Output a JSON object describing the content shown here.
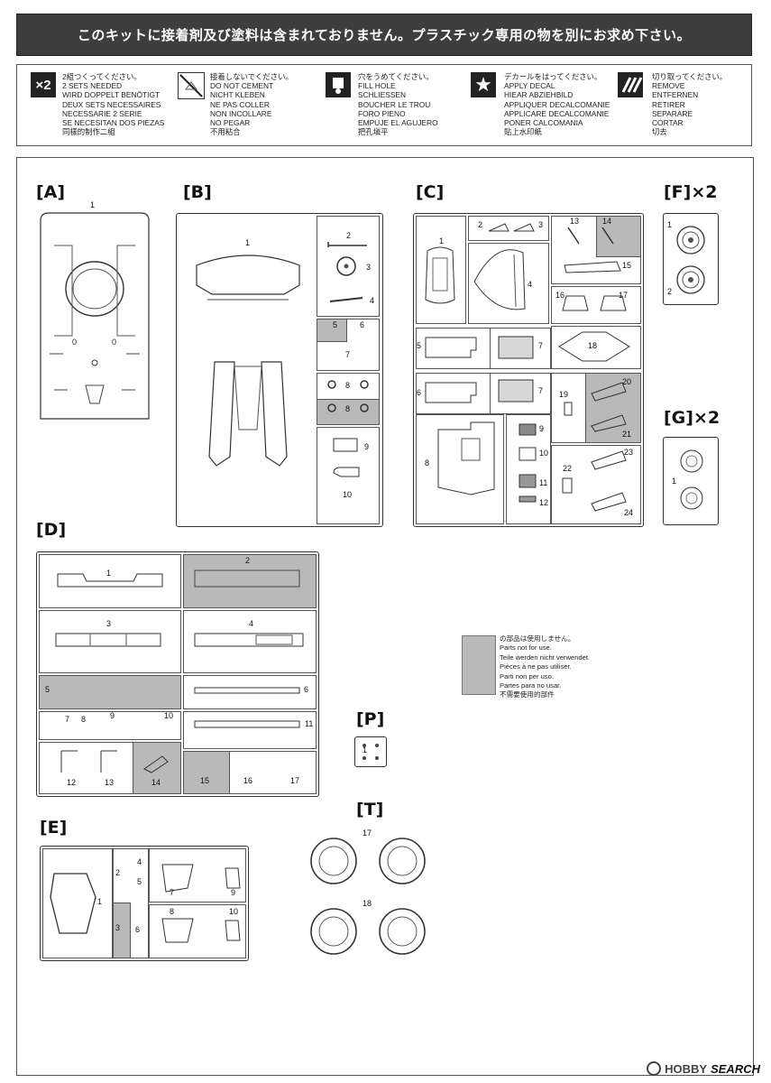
{
  "banner": "このキットに接着剤及び塗料は含まれておりません。プラスチック専用の物を別にお求め下さい。",
  "legend": [
    {
      "icon": "x2-icon",
      "lines": [
        "2組つくってください。",
        "2 SETS NEEDED",
        "WIRD DOPPELT BENÖTIGT",
        "DEUX SETS NECESSAIRES",
        "NECESSARIE 2 SERIE",
        "SE NECESITAN DOS PIEZAS",
        "同樣的制作二組"
      ]
    },
    {
      "icon": "no-cement-icon",
      "lines": [
        "接着しないでください。",
        "DO NOT CEMENT",
        "NICHT KLEBEN",
        "NE PAS COLLER",
        "NON INCOLLARE",
        "NO PEGAR",
        "不用粘合"
      ]
    },
    {
      "icon": "fill-hole-icon",
      "lines": [
        "穴をうめてください。",
        "FILL HOLE",
        "SCHLIESSEN",
        "BOUCHER LE TROU",
        "FORO PIENO",
        "EMPUJE EL AGUJERO",
        "把孔塡平"
      ]
    },
    {
      "icon": "decal-star-icon",
      "lines": [
        "デカールをはってください。",
        "APPLY DECAL",
        "HIEAR ABZIEHBILD",
        "APPLIQUER DECALCOMANIE",
        "APPLICARE DECALCOMANIE",
        "PONER CALCOMANIA",
        "貼上水印紙"
      ]
    },
    {
      "icon": "cut-remove-icon",
      "lines": [
        "切り取ってください。",
        "REMOVE",
        "ENTFERNEN",
        "RETIRER",
        "SEPARARE",
        "CORTAR",
        "切去"
      ]
    }
  ],
  "sections": {
    "A": "[A]",
    "B": "[B]",
    "C": "[C]",
    "D": "[D]",
    "E": "[E]",
    "F": "[F]×2",
    "G": "[G]×2",
    "P": "[P]",
    "T": "[T]"
  },
  "parts": {
    "A": [
      "1"
    ],
    "B": [
      "1",
      "2",
      "3",
      "4",
      "5",
      "6",
      "7",
      "8",
      "8",
      "9",
      "10"
    ],
    "C": [
      "1",
      "2",
      "3",
      "4",
      "5",
      "6",
      "7",
      "7",
      "8",
      "9",
      "10",
      "11",
      "12",
      "13",
      "14",
      "15",
      "16",
      "17",
      "18",
      "19",
      "20",
      "21",
      "22",
      "23",
      "24"
    ],
    "D": [
      "1",
      "2",
      "3",
      "4",
      "5",
      "6",
      "7",
      "8",
      "9",
      "10",
      "11",
      "12",
      "13",
      "14",
      "15",
      "16",
      "17"
    ],
    "E": [
      "1",
      "2",
      "3",
      "4",
      "5",
      "6",
      "7",
      "8",
      "9",
      "10"
    ],
    "F": [
      "1",
      "2"
    ],
    "G": [
      "1"
    ],
    "P": [
      "1"
    ],
    "T": [
      "17",
      "18"
    ]
  },
  "not_used": [
    "の部品は使用しません。",
    "Parts not for use.",
    "Teile werden nicht verwendet.",
    "Pièces à ne pas utiliser.",
    "Parti non per uso.",
    "Partes para no usar.",
    "不需要使用的部件"
  ],
  "colors": {
    "banner_bg": "#3e3e3e",
    "unused_gray": "#b9b9b9"
  },
  "watermark": {
    "icon": "hobbysearch-logo-icon",
    "brand": "HOBBY",
    "suffix": "SEARCH"
  }
}
